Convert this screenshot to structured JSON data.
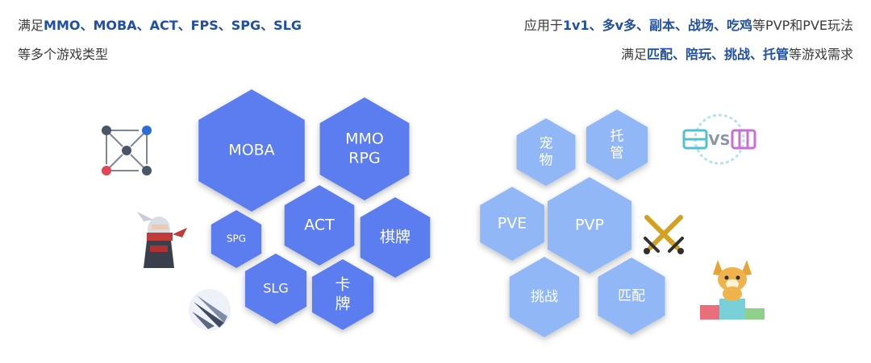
{
  "left_header": {
    "line1_prefix": "满足",
    "line1_highlight": "MMO、MOBA、ACT、FPS、SPG、SLG",
    "line2": "等多个游戏类型"
  },
  "right_header": {
    "line1_prefix": "应用于",
    "line1_hl1": "1v1、多v多、副本、战场、吃鸡",
    "line1_suffix": "等PVP和PVE玩法",
    "line2_prefix": "满足",
    "line2_highlight": "匹配、陪玩、挑战、托管",
    "line2_suffix": "等游戏需求"
  },
  "left_hexes": [
    {
      "id": "moba",
      "lines": [
        "MOBA"
      ]
    },
    {
      "id": "mmorpg",
      "lines": [
        "MMO",
        "RPG"
      ]
    },
    {
      "id": "act",
      "lines": [
        "ACT"
      ]
    },
    {
      "id": "chess",
      "lines": [
        "棋牌"
      ]
    },
    {
      "id": "spg",
      "lines": [
        "SPG"
      ]
    },
    {
      "id": "slg",
      "lines": [
        "SLG"
      ]
    },
    {
      "id": "card",
      "lines": [
        "卡",
        "牌"
      ]
    }
  ],
  "right_hexes": [
    {
      "id": "pet",
      "lines": [
        "宠",
        "物"
      ]
    },
    {
      "id": "host",
      "lines": [
        "托",
        "管"
      ]
    },
    {
      "id": "pve",
      "lines": [
        "PVE"
      ]
    },
    {
      "id": "pvp",
      "lines": [
        "PVP"
      ]
    },
    {
      "id": "challenge",
      "lines": [
        "挑战"
      ]
    },
    {
      "id": "match",
      "lines": [
        "匹配"
      ]
    }
  ],
  "colors": {
    "left_hex": "#5b7df0",
    "right_hex": "#92b7f7",
    "highlight": "#1f4fa8",
    "body_text": "#3a3a3a"
  },
  "icons": [
    "network-graph-icon",
    "ninja-character-icon",
    "blade-logo-icon",
    "vs-badge-icon",
    "crossed-swords-icon",
    "fox-on-podium-icon"
  ]
}
